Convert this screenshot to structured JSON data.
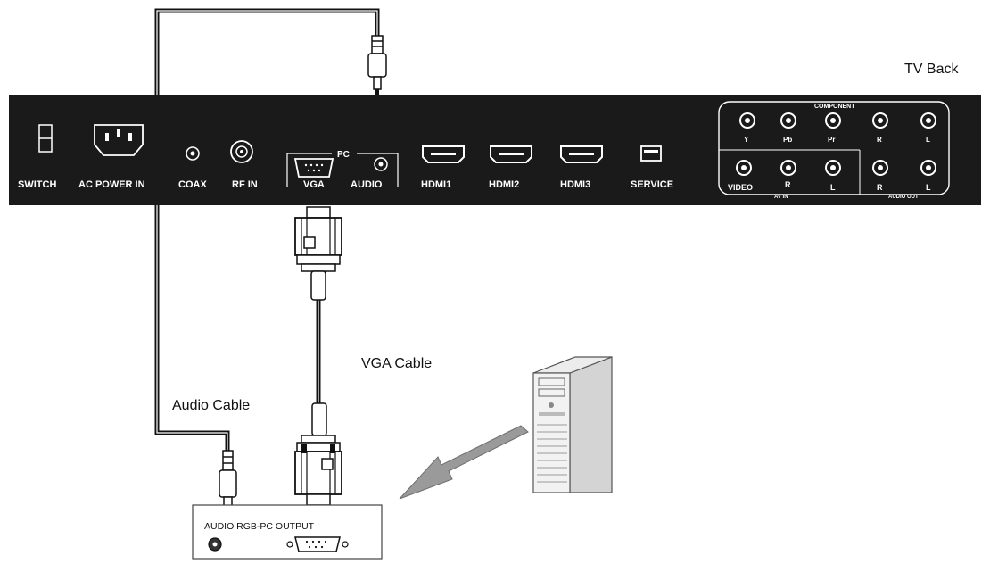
{
  "tv": {
    "caption": "TV Back",
    "ports": {
      "switch": "SWITCH",
      "ac_power": "AC POWER IN",
      "coax": "COAX",
      "rf_in": "RF IN",
      "pc_group": "PC",
      "vga": "VGA",
      "audio": "AUDIO",
      "hdmi1": "HDMI1",
      "hdmi2": "HDMI2",
      "hdmi3": "HDMI3",
      "service": "SERVICE",
      "component_group": "COMPONENT",
      "comp_y": "Y",
      "comp_pb": "Pb",
      "comp_pr": "Pr",
      "comp_r": "R",
      "comp_l": "L",
      "video": "VIDEO",
      "av_r": "R",
      "av_l": "L",
      "av_in_group": "AV IN",
      "out_r": "R",
      "out_l": "L",
      "audio_out_group": "AUDIO OUT"
    }
  },
  "cables": {
    "vga_label": "VGA Cable",
    "audio_label": "Audio Cable"
  },
  "pc": {
    "output_label": "AUDIO RGB-PC OUTPUT"
  },
  "colors": {
    "panel": "#1a1a1a",
    "cable": "#111111",
    "arrow": "#9a9a9a"
  }
}
